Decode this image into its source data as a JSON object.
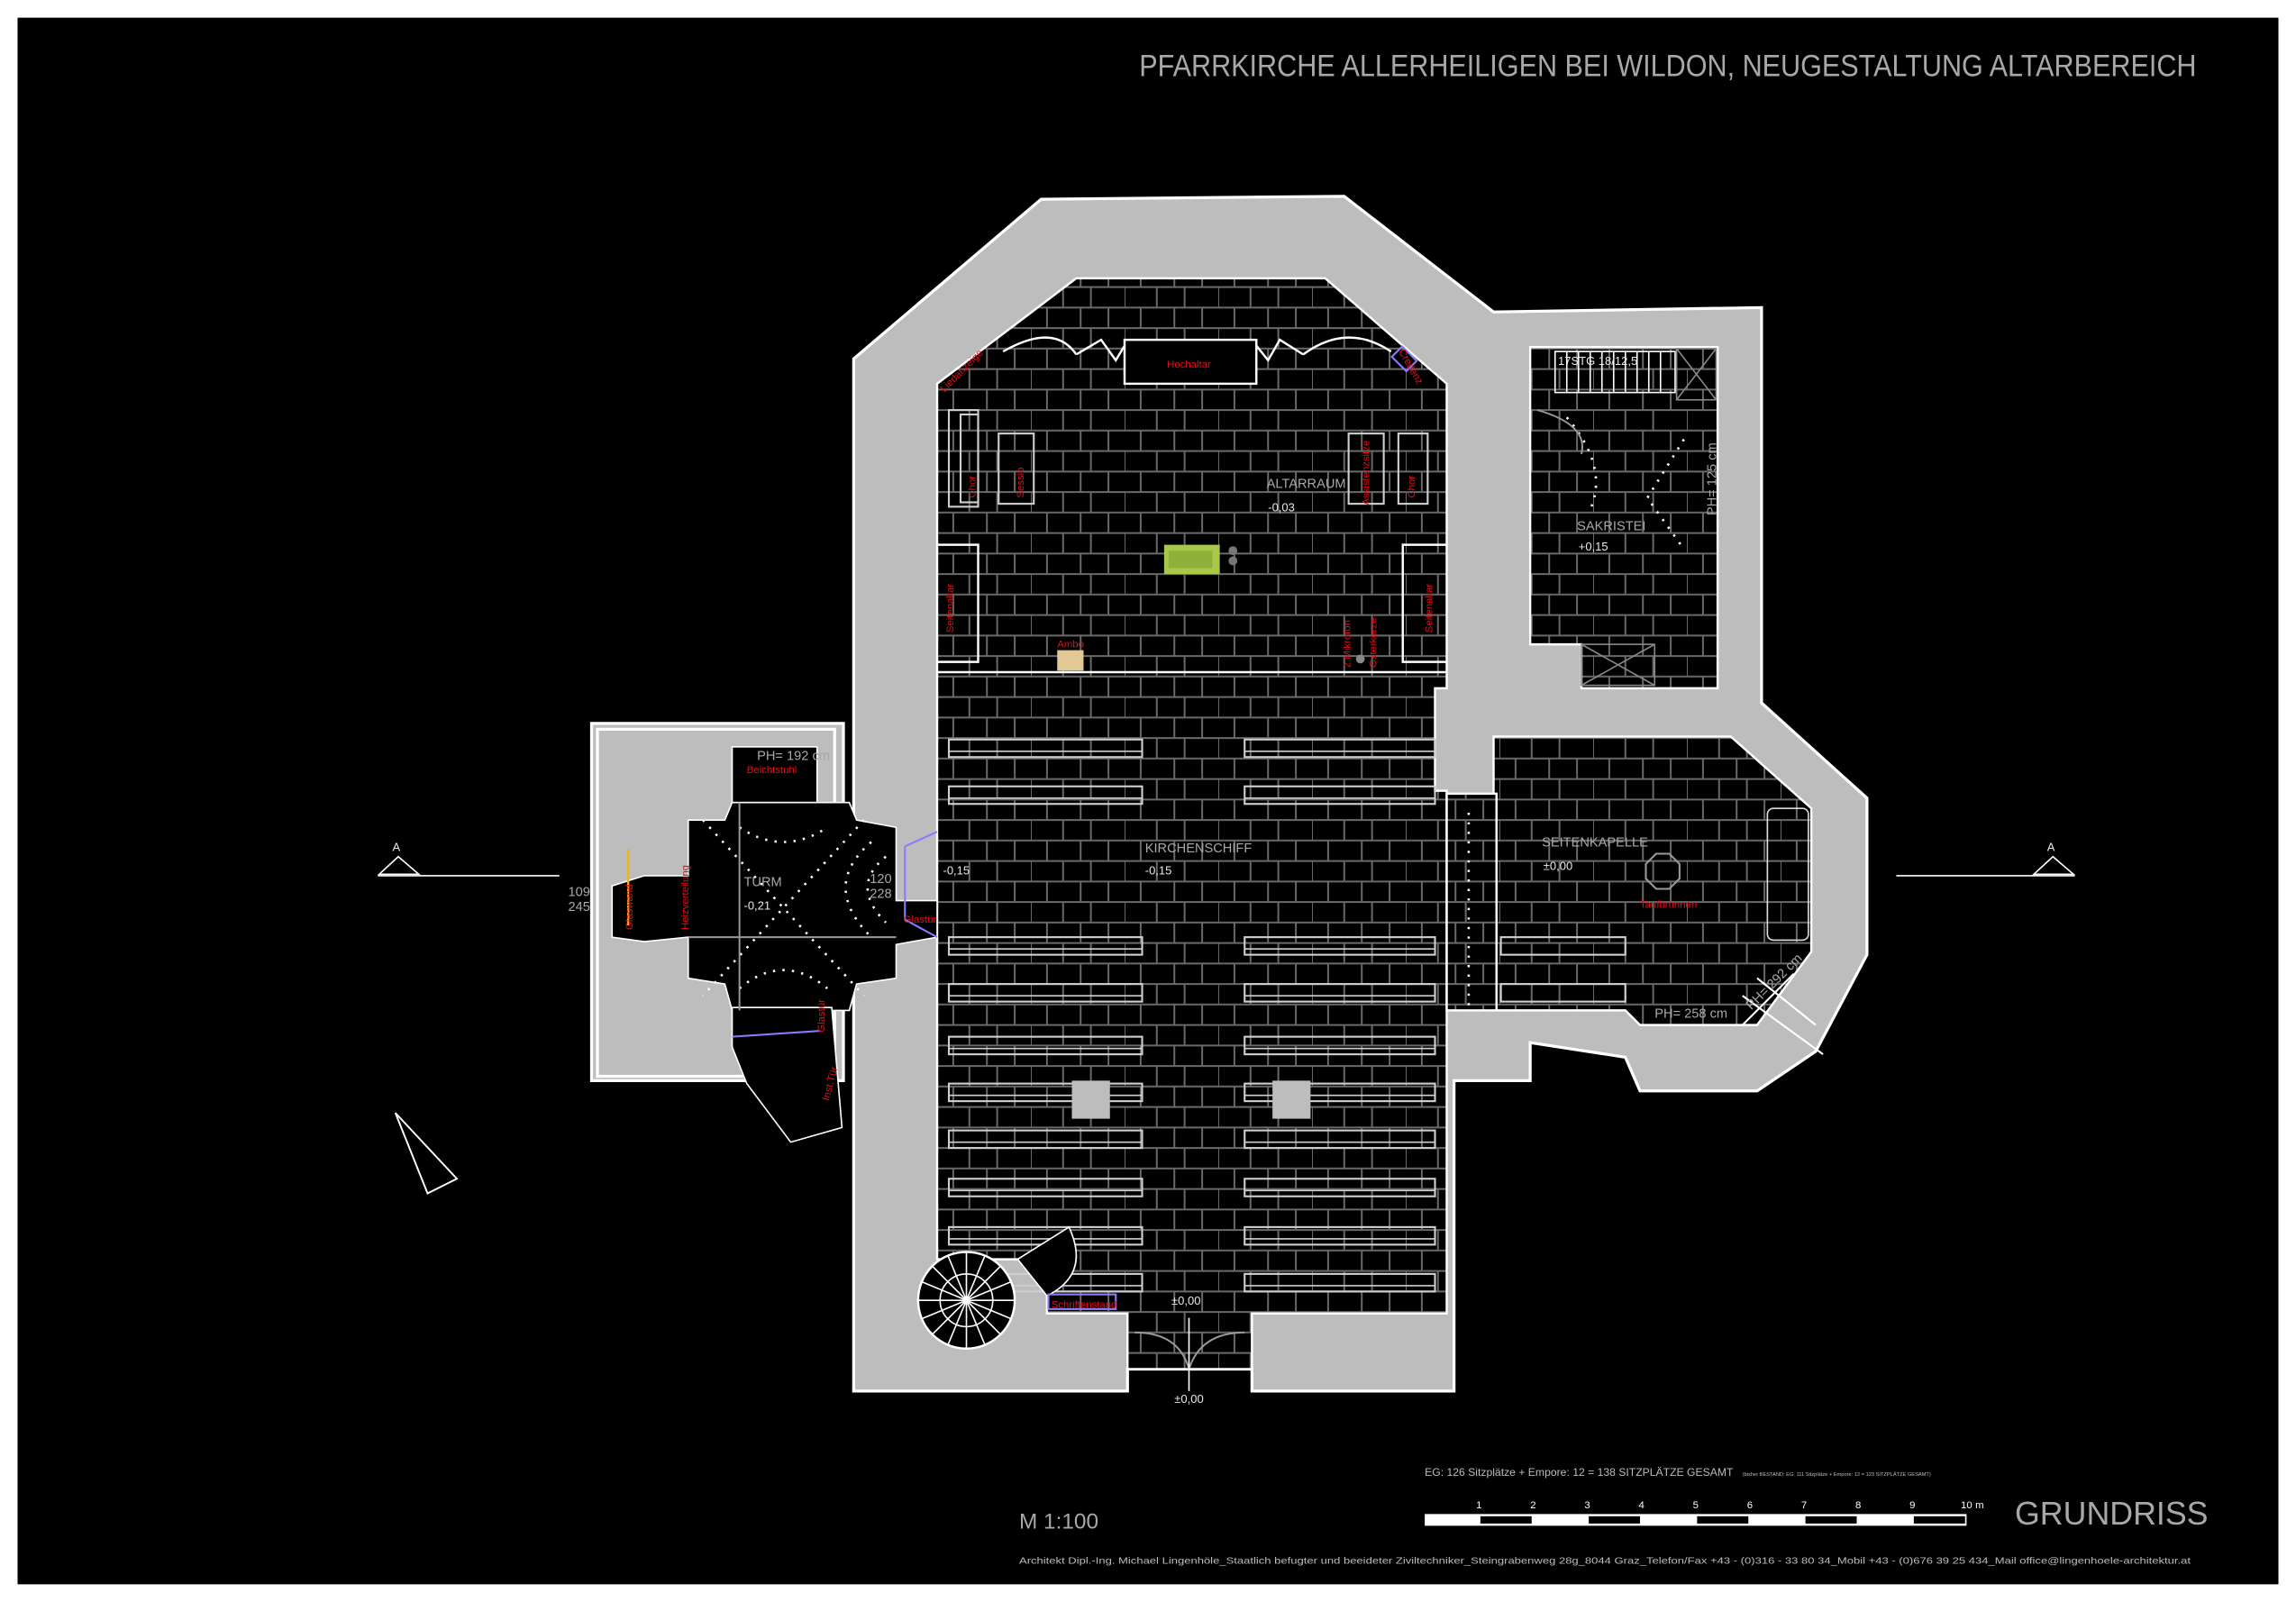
{
  "title": "PFARRKIRCHE  ALLERHEILIGEN BEI WILDON,   NEUGESTALTUNG ALTARBEREICH",
  "rooms": {
    "altarraum": {
      "name": "ALTARRAUM",
      "level": "-0,03"
    },
    "kirchenschiff": {
      "name": "KIRCHENSCHIFF",
      "level": "-0,15"
    },
    "entry_level": "-0,15",
    "turm": {
      "name": "TURM",
      "level": "-0,21"
    },
    "seitenkapelle": {
      "name": "SEITENKAPELLE",
      "level": "±0,00"
    },
    "sakristei": {
      "name": "SAKRISTEI",
      "level": "+0,15"
    },
    "entrance_inner_level": "±0,00",
    "entrance_outer_level": "±0,00"
  },
  "fixtures": {
    "hochaltar": "Hochaltar",
    "liedanzeige": "Liedanzeige",
    "credenz": "Credenz",
    "chor_left": "Chor",
    "sessio": "Sessio",
    "assistenzsitze": "Assistenzsitze",
    "chor_right": "Chor",
    "seitenaltar_left": "Seitenaltar",
    "seitenaltar_right": "Seitenaltar",
    "ambo": "Ambo",
    "mikrofon": "2.Mikrofon",
    "osterkerze": "Osterkerze",
    "beichtstuhl": "Beichtstuhl",
    "glaswand": "Glaswand",
    "heizung": "Heizverteilung",
    "glastuer_nave": "Glastür",
    "glastuer_porch": "Glastür",
    "inst_tuer": "Inst.Tür",
    "taufbrunnen": "Taufbrunnen",
    "schriftenstand": "Schriftenstand"
  },
  "dimensions": {
    "ph_192": "PH= 192 cm",
    "ph_125": "PH= 125 cm",
    "ph_258": "PH= 258 cm",
    "ph_292": "PH= 292 cm",
    "stair": "17STG 18/12,5",
    "west_opening_w": "109",
    "west_opening_h": "245",
    "tower_door_w": "120",
    "tower_door_h": "228"
  },
  "section_marker": "A",
  "seats_summary": "EG: 126 Sitzplätze + Empore: 12  = 138 SITZPLÄTZE GESAMT",
  "seats_previous": "(bisher BESTAND: EG: 111 Sitzplätze + Empore: 12 = 123 SITZPLÄTZE GESAMT)",
  "scale": "M 1:100",
  "scale_bar": {
    "ticks": [
      "1",
      "2",
      "3",
      "4",
      "5",
      "6",
      "7",
      "8",
      "9",
      "10"
    ],
    "unit": "m"
  },
  "sheet_title": "GRUNDRISS",
  "footer": "Architekt Dipl.-Ing. Michael Lingenhöle_Staatlich befugter und beeideter Ziviltechniker_Steingrabenweg 28g_8044 Graz_Telefon/Fax +43 - (0)316 - 33 80 34_Mobil +43 - (0)676 39 25 434_Mail office@lingenhoele-architektur.at",
  "colors": {
    "background": "#000000",
    "walls": "#bdbdbd",
    "labels": "#e0101a",
    "text": "#a8a8a8",
    "glass": "#8a7cff"
  }
}
